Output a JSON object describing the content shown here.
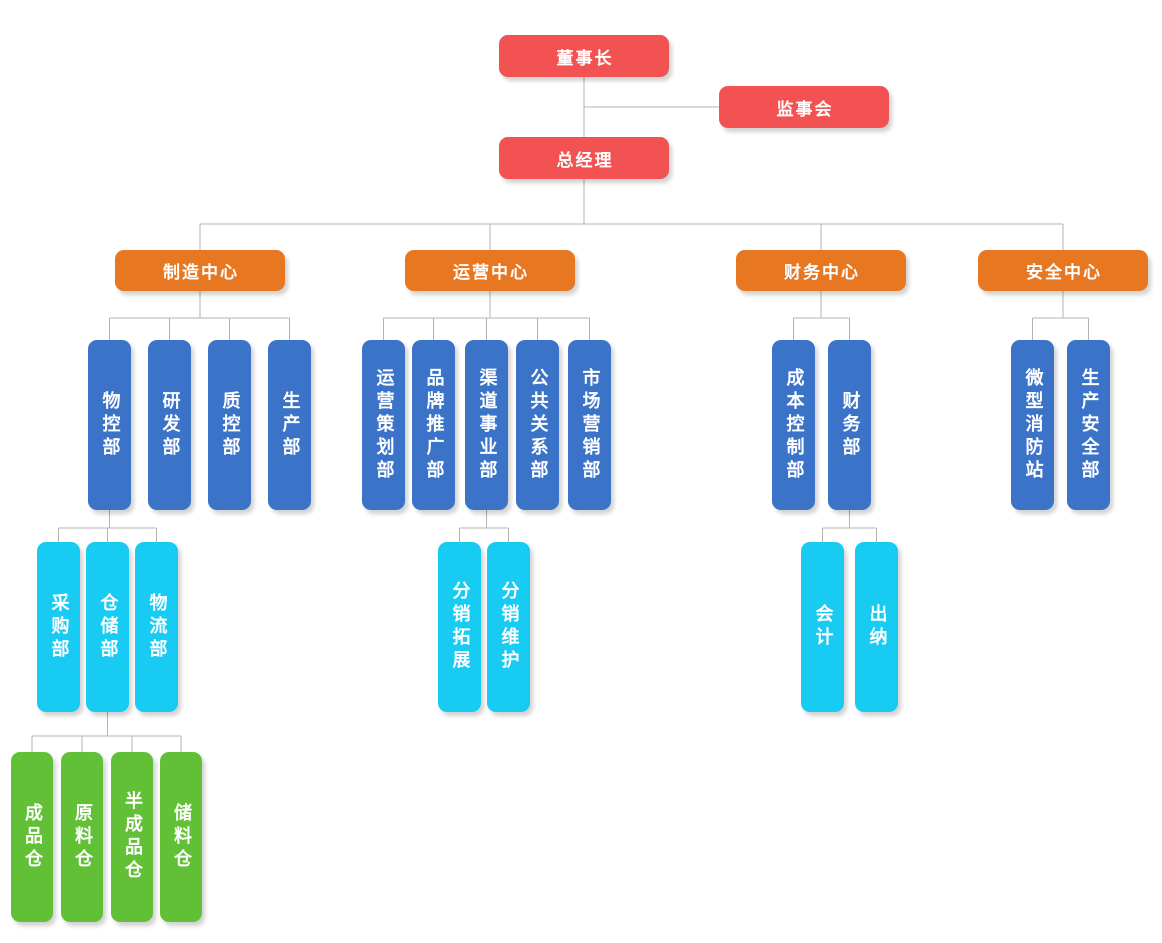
{
  "colors": {
    "level1": "#f25352",
    "level2": "#e87722",
    "level3": "#3b73c9",
    "level4": "#18cbf2",
    "level5": "#62c037",
    "connector": "#b3b3b3",
    "node_text": "#ffffff",
    "background": "#ffffff"
  },
  "org": {
    "chairman": {
      "label": "董事长"
    },
    "supervisory_board": {
      "label": "监事会"
    },
    "general_manager": {
      "label": "总经理"
    },
    "centers": [
      {
        "label": "制造中心",
        "departments": [
          {
            "label": "物控部",
            "children": [
              {
                "label": "采购部"
              },
              {
                "label": "仓储部",
                "children": [
                  {
                    "label": "成品仓"
                  },
                  {
                    "label": "原料仓"
                  },
                  {
                    "label": "半成品仓"
                  },
                  {
                    "label": "储料仓"
                  }
                ]
              },
              {
                "label": "物流部"
              }
            ]
          },
          {
            "label": "研发部"
          },
          {
            "label": "质控部"
          },
          {
            "label": "生产部"
          }
        ]
      },
      {
        "label": "运营中心",
        "departments": [
          {
            "label": "运营策划部"
          },
          {
            "label": "品牌推广部"
          },
          {
            "label": "渠道事业部",
            "children": [
              {
                "label": "分销拓展"
              },
              {
                "label": "分销维护"
              }
            ]
          },
          {
            "label": "公共关系部"
          },
          {
            "label": "市场营销部"
          }
        ]
      },
      {
        "label": "财务中心",
        "departments": [
          {
            "label": "成本控制部"
          },
          {
            "label": "财务部",
            "children": [
              {
                "label": "会计"
              },
              {
                "label": "出纳"
              }
            ]
          }
        ]
      },
      {
        "label": "安全中心",
        "departments": [
          {
            "label": "微型消防站"
          },
          {
            "label": "生产安全部"
          }
        ]
      }
    ]
  }
}
